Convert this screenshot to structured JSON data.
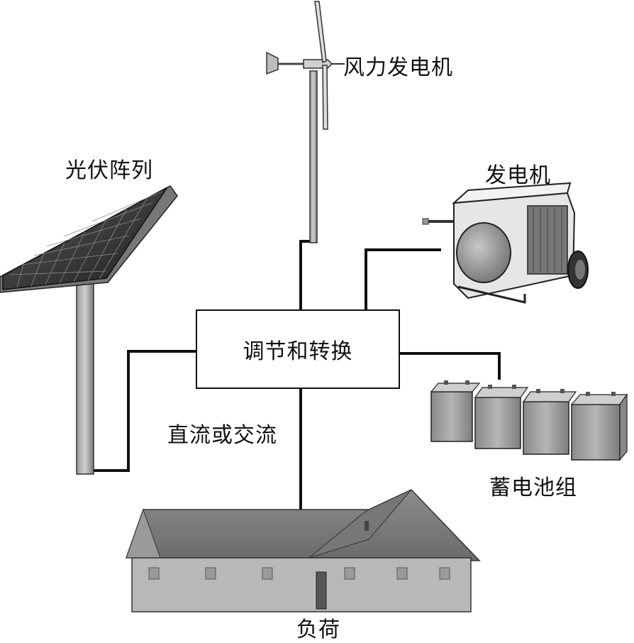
{
  "diagram": {
    "hub_label": "调节和转换",
    "labels": {
      "wind_turbine": "风力发电机",
      "pv_array": "光伏阵列",
      "generator": "发电机",
      "battery_bank": "蓄电池组",
      "dc_or_ac": "直流或交流",
      "load": "负荷"
    }
  }
}
